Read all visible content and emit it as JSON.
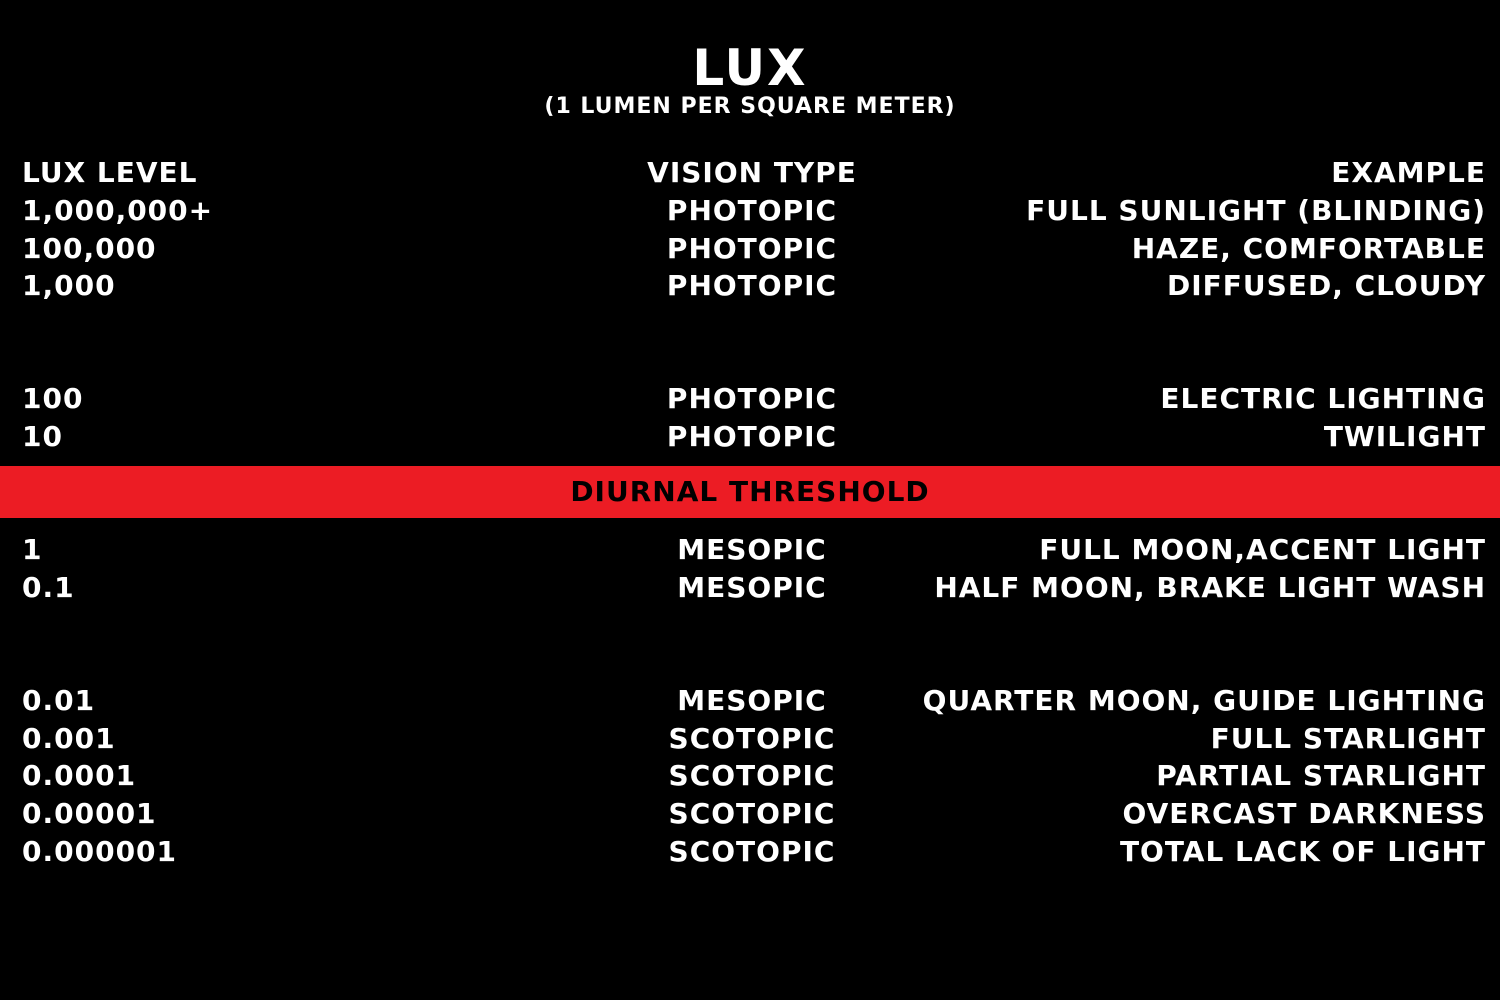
{
  "title": "LUX",
  "subtitle": "(1 LUMEN PER SQUARE METER)",
  "headers": {
    "lux_level": "LUX LEVEL",
    "vision_type": "VISION TYPE",
    "example": "EXAMPLE"
  },
  "rows": [
    {
      "lux": "1,000,000+",
      "vision": "PHOTOPIC",
      "example": "FULL SUNLIGHT (BLINDING)"
    },
    {
      "lux": "100,000",
      "vision": "PHOTOPIC",
      "example": "HAZE, COMFORTABLE"
    },
    {
      "lux": "1,000",
      "vision": "PHOTOPIC",
      "example": "DIFFUSED, CLOUDY"
    },
    {
      "lux": "100",
      "vision": "PHOTOPIC",
      "example": "ELECTRIC LIGHTING"
    },
    {
      "lux": "10",
      "vision": "PHOTOPIC",
      "example": "TWILIGHT"
    },
    {
      "lux": "1",
      "vision": "MESOPIC",
      "example": "FULL MOON,ACCENT LIGHT"
    },
    {
      "lux": "0.1",
      "vision": "MESOPIC",
      "example": "HALF MOON, BRAKE LIGHT WASH"
    },
    {
      "lux": "0.01",
      "vision": "MESOPIC",
      "example": "QUARTER MOON, GUIDE LIGHTING"
    },
    {
      "lux": "0.001",
      "vision": "SCOTOPIC",
      "example": "FULL STARLIGHT"
    },
    {
      "lux": "0.0001",
      "vision": "SCOTOPIC",
      "example": "PARTIAL STARLIGHT"
    },
    {
      "lux": "0.00001",
      "vision": "SCOTOPIC",
      "example": "OVERCAST DARKNESS"
    },
    {
      "lux": "0.000001",
      "vision": "SCOTOPIC",
      "example": "TOTAL LACK OF LIGHT"
    }
  ],
  "threshold": {
    "label": "DIURNAL THRESHOLD",
    "color": "#ec1c24"
  },
  "colors": {
    "background": "#000000",
    "text": "#ffffff",
    "threshold_text": "#000000"
  }
}
